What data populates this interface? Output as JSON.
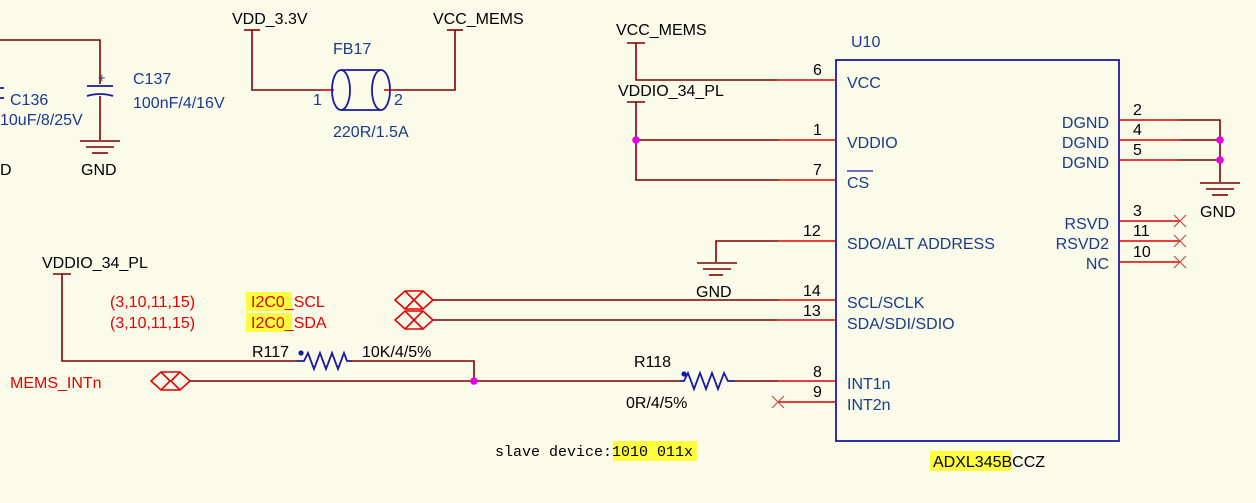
{
  "nets": {
    "vdd_3v3": "VDD_3.3V",
    "vcc_mems_top": "VCC_MEMS",
    "vcc_mems_u10": "VCC_MEMS",
    "vddio_u10": "VDDIO_34_PL",
    "vddio_left": "VDDIO_34_PL",
    "gnd_c137": "GND",
    "gnd_c136": "D",
    "gnd_sdo": "GND",
    "gnd_dgnd": "GND"
  },
  "components": {
    "c136": {
      "ref": "C136",
      "value": "10uF/8/25V"
    },
    "c137": {
      "ref": "C137",
      "value": "100nF/4/16V"
    },
    "fb17": {
      "ref": "FB17",
      "value": "220R/1.5A",
      "pin1": "1",
      "pin2": "2"
    },
    "r117": {
      "ref": "R117",
      "value": "10K/4/5%"
    },
    "r118": {
      "ref": "R118",
      "value": "0R/4/5%"
    },
    "u10": {
      "ref": "U10",
      "part_hl": "ADXL345",
      "part_rest": "BCCZ",
      "left_pins": [
        {
          "num": "6",
          "name": "VCC"
        },
        {
          "num": "1",
          "name": "VDDIO"
        },
        {
          "num": "7",
          "name": "CS"
        },
        {
          "num": "12",
          "name": "SDO/ALT ADDRESS"
        },
        {
          "num": "14",
          "name": "SCL/SCLK"
        },
        {
          "num": "13",
          "name": "SDA/SDI/SDIO"
        },
        {
          "num": "8",
          "name": "INT1n"
        },
        {
          "num": "9",
          "name": "INT2n"
        }
      ],
      "right_pins": [
        {
          "num": "2",
          "name": "DGND"
        },
        {
          "num": "4",
          "name": "DGND"
        },
        {
          "num": "5",
          "name": "DGND"
        },
        {
          "num": "3",
          "name": "RSVD"
        },
        {
          "num": "11",
          "name": "RSVD2"
        },
        {
          "num": "10",
          "name": "NC"
        }
      ]
    }
  },
  "ports": {
    "i2c_scl": {
      "refs": "(3,10,11,15)",
      "hl": "I2C0",
      "rest": "_SCL"
    },
    "i2c_sda": {
      "refs": "(3,10,11,15)",
      "hl": "I2C0",
      "rest": "_SDA"
    },
    "mems_int": {
      "name": "MEMS_INTn"
    }
  },
  "note": {
    "prefix": "slave device:",
    "hl": "1010 011",
    "suffix": "x"
  },
  "colors": {
    "wire": "#800000",
    "pin": "#e00000",
    "body": "#1a1aa0",
    "junction": "#e000e0",
    "highlight": "#ffff40",
    "background": "#fbfbe9"
  }
}
